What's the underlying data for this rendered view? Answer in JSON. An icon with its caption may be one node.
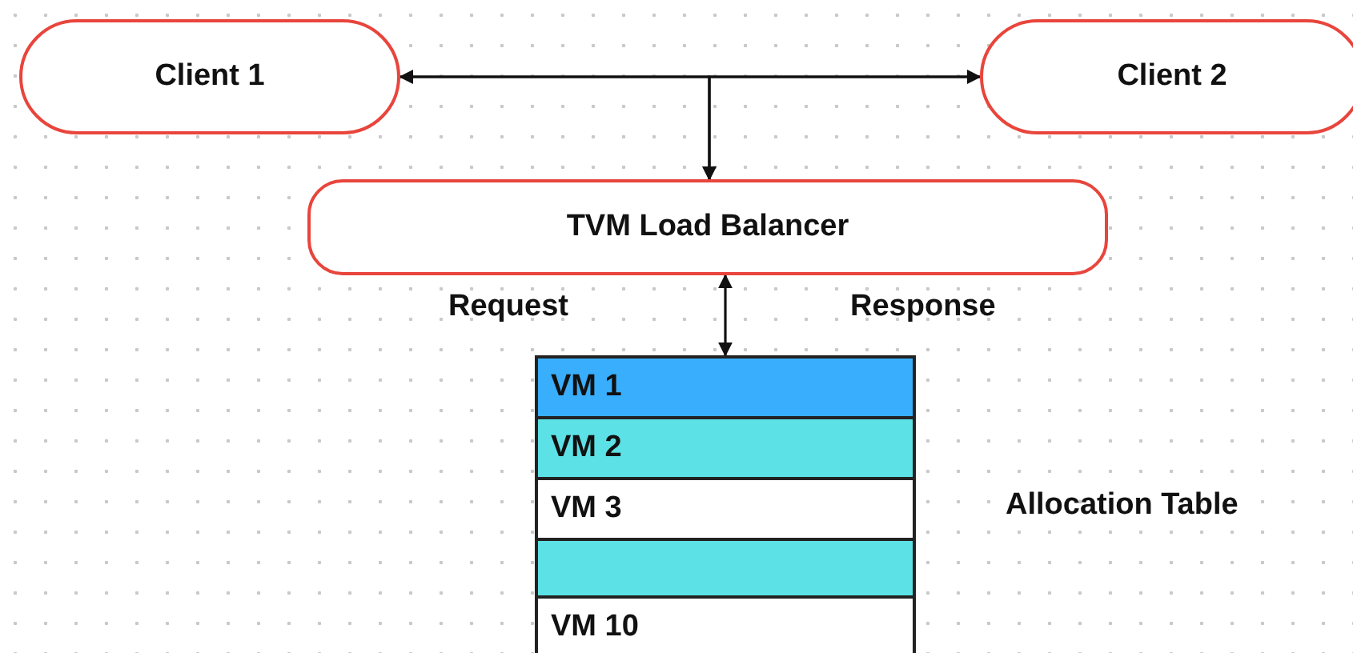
{
  "diagram": {
    "nodes": [
      {
        "text": [
          "Client 1"
        ]
      },
      {
        "text": [
          "Client 2"
        ]
      },
      {
        "text": [
          "TVM Load Balancer"
        ]
      },
      {
        "text": [
          "VM 1"
        ]
      },
      {
        "text": [
          "VM 2"
        ]
      },
      {
        "text": [
          "VM 3"
        ]
      },
      {
        "text": [],
        "shape": "box"
      },
      {
        "text": [
          "VM 10"
        ]
      }
    ],
    "edges": [
      {
        "from": 0,
        "to": 1,
        "arrow": "both"
      },
      {
        "from": 0,
        "to": 2,
        "arrow": "to"
      },
      {
        "from": 1,
        "to": 2,
        "arrow": "to"
      },
      {
        "from": 2,
        "to": 3,
        "arrow": "both"
      }
    ],
    "labels": [
      "Request",
      "Response",
      "Allocation Table"
    ]
  }
}
